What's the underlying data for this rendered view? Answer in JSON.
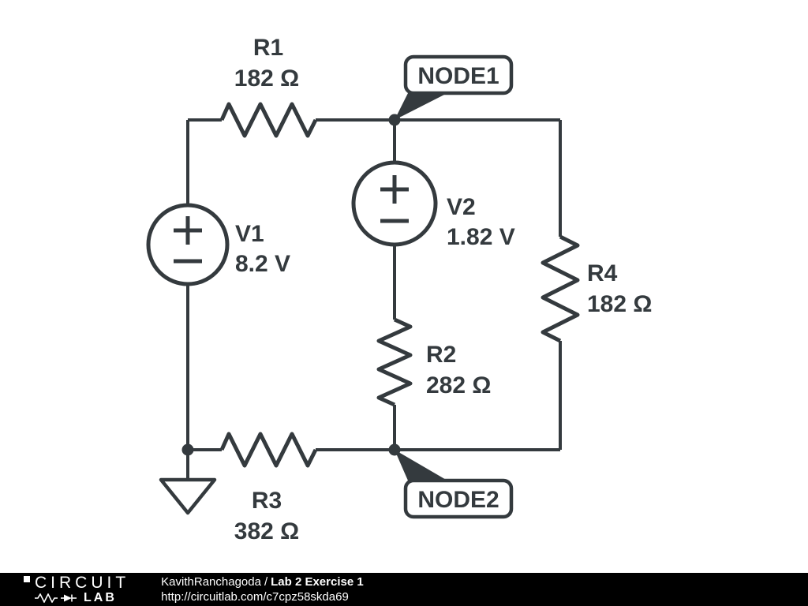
{
  "colors": {
    "stroke": "#343a3e",
    "background": "#ffffff",
    "footer_bg": "#000000",
    "footer_text": "#ffffff"
  },
  "components": {
    "r1": {
      "name": "R1",
      "value": "182 Ω"
    },
    "r2": {
      "name": "R2",
      "value": "282 Ω"
    },
    "r3": {
      "name": "R3",
      "value": "382 Ω"
    },
    "r4": {
      "name": "R4",
      "value": "182 Ω"
    },
    "v1": {
      "name": "V1",
      "value": "8.2 V"
    },
    "v2": {
      "name": "V2",
      "value": "1.82 V"
    }
  },
  "nodes": {
    "node1": "NODE1",
    "node2": "NODE2"
  },
  "footer": {
    "logo_top": "CIRCUIT",
    "logo_bottom": "LAB",
    "author": "KavithRanchagoda",
    "separator": "/",
    "title": "Lab 2 Exercise 1",
    "url": "http://circuitlab.com/c7cpz58skda69"
  }
}
